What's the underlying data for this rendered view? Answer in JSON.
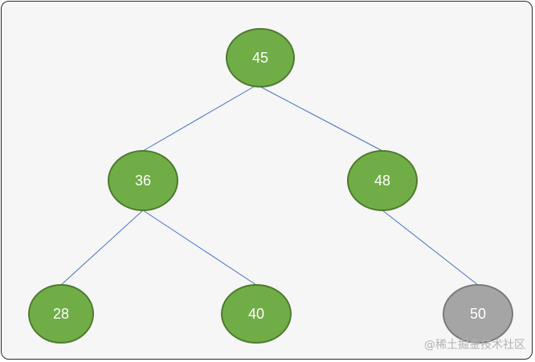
{
  "tree": {
    "nodes": [
      {
        "id": "n45",
        "label": "45",
        "state": "active"
      },
      {
        "id": "n36",
        "label": "36",
        "state": "active"
      },
      {
        "id": "n48",
        "label": "48",
        "state": "active"
      },
      {
        "id": "n28",
        "label": "28",
        "state": "active"
      },
      {
        "id": "n40",
        "label": "40",
        "state": "active"
      },
      {
        "id": "n50",
        "label": "50",
        "state": "inactive"
      }
    ],
    "edges": [
      {
        "from": "n45",
        "to": "n36"
      },
      {
        "from": "n45",
        "to": "n48"
      },
      {
        "from": "n36",
        "to": "n28"
      },
      {
        "from": "n36",
        "to": "n40"
      },
      {
        "from": "n48",
        "to": "n50"
      }
    ]
  },
  "colors": {
    "active_fill": "#70ad47",
    "active_stroke": "#4e7a2f",
    "inactive_fill": "#a5a5a5",
    "inactive_stroke": "#7a7a7a",
    "edge": "#4472c4"
  },
  "watermark": "@稀土掘金技术社区"
}
